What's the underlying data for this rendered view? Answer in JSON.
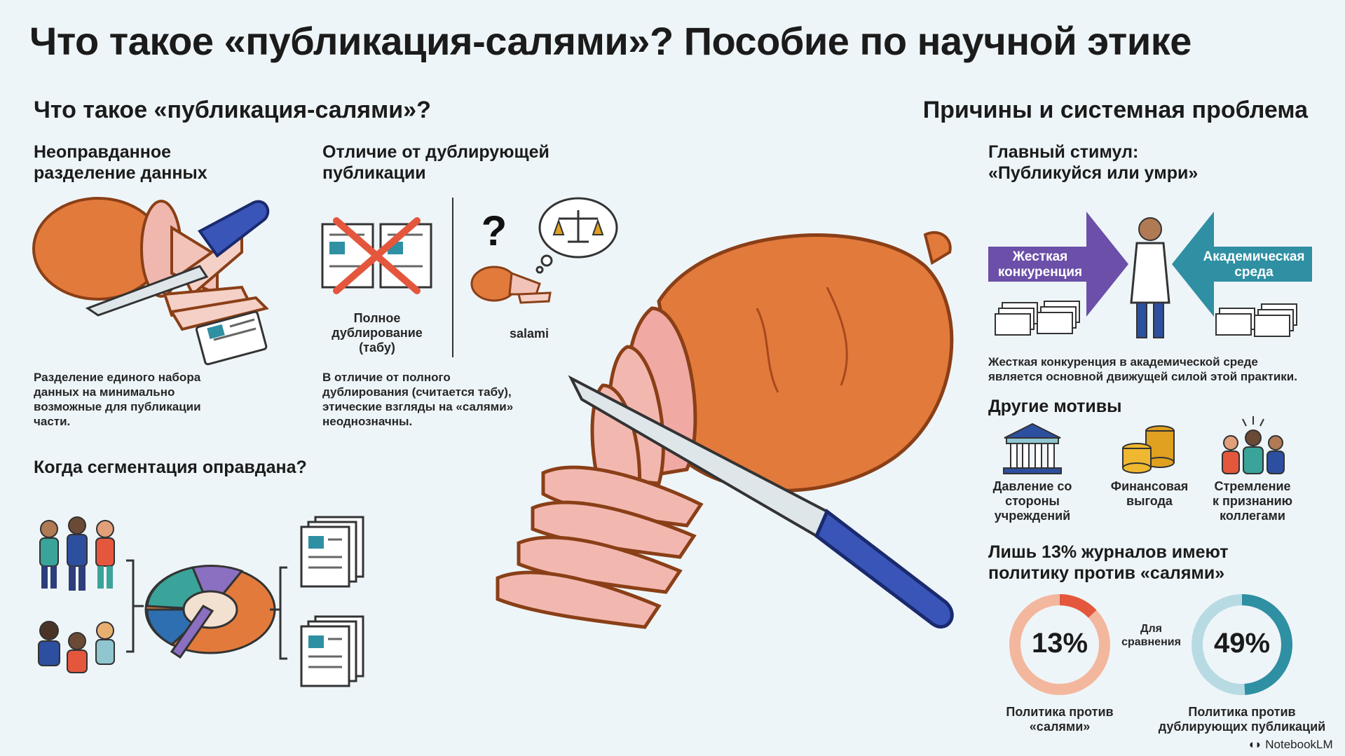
{
  "title": "Что такое «публикация-салями»? Пособие по научной этике",
  "left": {
    "heading": "Что такое «публикация-салями»?",
    "split": {
      "heading_l1": "Неоправданное",
      "heading_l2": "разделение данных",
      "desc": [
        "Разделение единого набора",
        "данных на минимально",
        "возможные для публикации",
        "части."
      ]
    },
    "dup": {
      "heading_l1": "Отличие от дублирующей",
      "heading_l2": "публикации",
      "full_l1": "Полное",
      "full_l2": "дублирование",
      "full_l3": "(табу)",
      "salami": "salami",
      "desc": [
        "В отличие от полного",
        "дублирования (считается табу),",
        "этические взгляды на «салями»",
        "неоднозначны."
      ]
    },
    "segmentation_heading": "Когда сегментация оправдана?"
  },
  "right": {
    "heading": "Причины и системная проблема",
    "stimulus_l1": "Главный стимул:",
    "stimulus_l2": "«Публикуйся или умри»",
    "arrow_left_l1": "Жесткая",
    "arrow_left_l2": "конкуренция",
    "arrow_right_l1": "Академическая",
    "arrow_right_l2": "среда",
    "competition_desc": [
      "Жесткая конкуренция в академической среде",
      "является основной движущей силой этой практики."
    ],
    "motives_heading": "Другие мотивы",
    "motives": [
      {
        "icon": "institution-icon",
        "lines": [
          "Давление со",
          "стороны",
          "учреждений"
        ]
      },
      {
        "icon": "coins-icon",
        "lines": [
          "Финансовая",
          "выгода"
        ]
      },
      {
        "icon": "colleagues-icon",
        "lines": [
          "Стремление",
          "к признанию",
          "коллегами"
        ]
      }
    ],
    "stat_heading_l1": "Лишь 13% журналов имеют",
    "stat_heading_l2": "политику против «салями»",
    "compare_l1": "Для",
    "compare_l2": "сравнения",
    "donuts": [
      {
        "value": 13,
        "label": "13%",
        "caption": [
          "Политика против",
          "«салями»"
        ],
        "color": "#e4573d",
        "track": "#f3b79e"
      },
      {
        "value": 49,
        "label": "49%",
        "caption": [
          "Политика против",
          "дублирующих публикаций"
        ],
        "color": "#2f8fa3",
        "track": "#b8dbe3"
      }
    ]
  },
  "brand": "NotebookLM"
}
